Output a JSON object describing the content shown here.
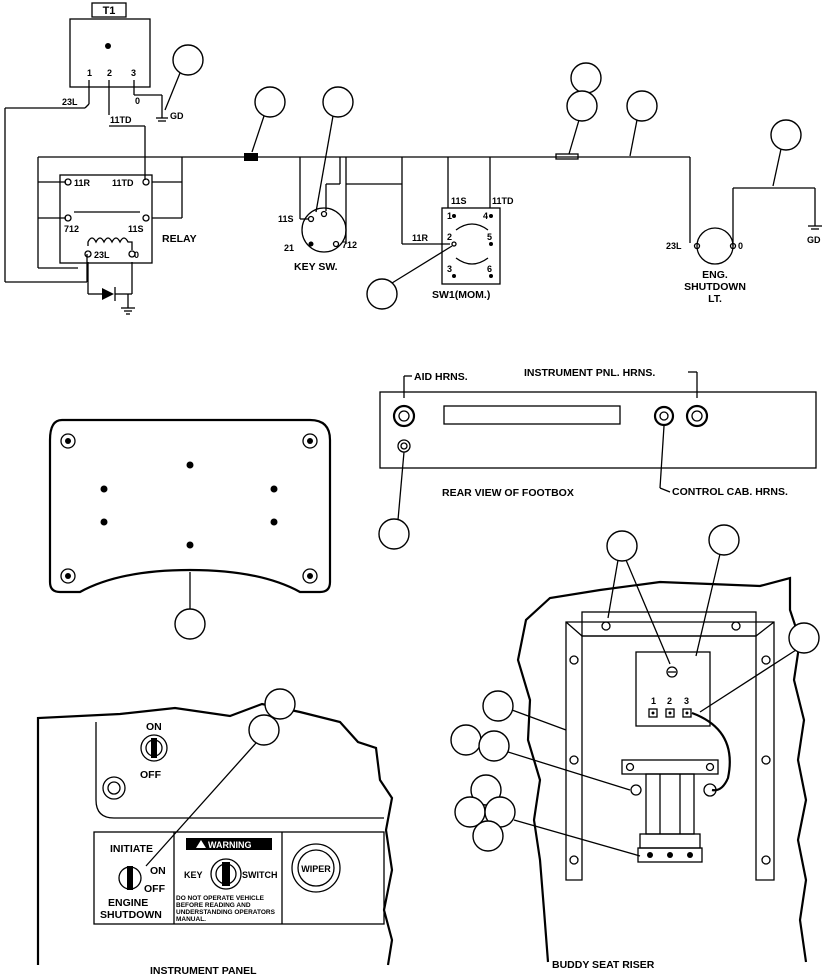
{
  "schematic": {
    "t1_label": "T1",
    "t1_pin1": "1",
    "t1_pin2": "2",
    "t1_pin3": "3",
    "t1_pin0": "0",
    "wire_23l": "23L",
    "wire_11td": "11TD",
    "gd_label": "GD",
    "relay_label": "RELAY",
    "relay_11r": "11R",
    "relay_11td": "11TD",
    "relay_712": "712",
    "relay_11s": "11S",
    "relay_23l": "23L",
    "relay_0": "0",
    "keysw_label": "KEY SW.",
    "keysw_11s": "11S",
    "keysw_21": "21",
    "keysw_712": "712",
    "sw1_label": "SW1(MOM.)",
    "sw1_11s": "11S",
    "sw1_11td": "11TD",
    "sw1_11r": "11R",
    "sw1_p1": "1",
    "sw1_p2": "2",
    "sw1_p3": "3",
    "sw1_p4": "4",
    "sw1_p5": "5",
    "sw1_p6": "6",
    "eng_23l": "23L",
    "eng_0": "0",
    "eng_line1": "ENG.",
    "eng_line2": "SHUTDOWN",
    "eng_line3": "LT.",
    "gd_right": "GD"
  },
  "footbox": {
    "aid_harness": "AID HRNS.",
    "instrument_harness": "INSTRUMENT PNL. HRNS.",
    "rear_view": "REAR VIEW OF FOOTBOX",
    "control_harness": "CONTROL CAB. HRNS."
  },
  "instrument_panel": {
    "caption": "INSTRUMENT PANEL",
    "on_top": "ON",
    "off_top": "OFF",
    "initiate": "INITIATE",
    "on": "ON",
    "off": "OFF",
    "engine": "ENGINE",
    "shutdown": "SHUTDOWN",
    "warning": "WARNING",
    "key": "KEY",
    "switch": "SWITCH",
    "warning_text_1": "DO NOT OPERATE VEHICLE",
    "warning_text_2": "BEFORE READING AND",
    "warning_text_3": "UNDERSTANDING OPERATORS",
    "warning_text_4": "MANUAL.",
    "wiper": "WIPER"
  },
  "seat_riser": {
    "caption": "BUDDY SEAT RISER",
    "term1": "1",
    "term2": "2",
    "term3": "3"
  }
}
